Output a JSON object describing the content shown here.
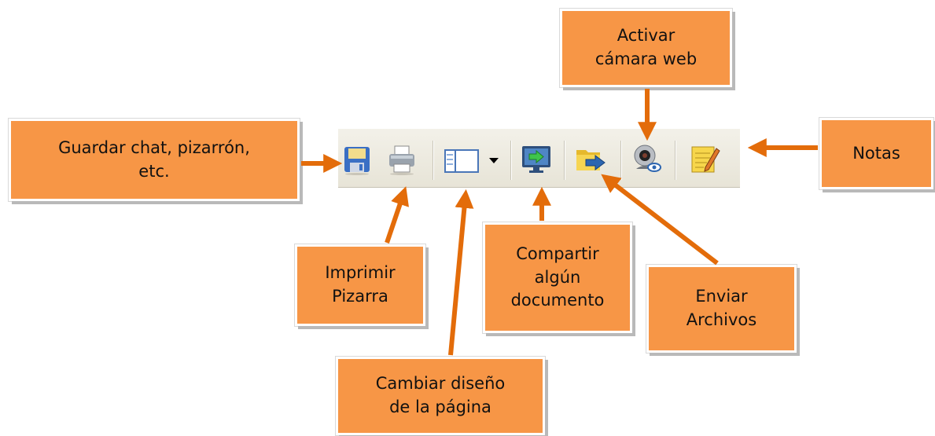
{
  "colors": {
    "callout_fill": "#f79646",
    "arrow": "#e36c0a",
    "toolbar_bg": "#ece9d8"
  },
  "toolbar": {
    "icons": [
      "save-icon",
      "print-icon",
      "layout-icon",
      "dropdown-arrow-icon",
      "screen-share-icon",
      "send-files-icon",
      "webcam-icon",
      "notes-icon"
    ]
  },
  "callouts": {
    "save": "Guardar chat, pizarrón,\netc.",
    "print": "Imprimir\nPizarra",
    "layout": "Cambiar diseño\nde la página",
    "share": "Compartir\nalgún\ndocumento",
    "files": "Enviar\nArchivos",
    "webcam": "Activar\ncámara web",
    "notes": "Notas"
  }
}
